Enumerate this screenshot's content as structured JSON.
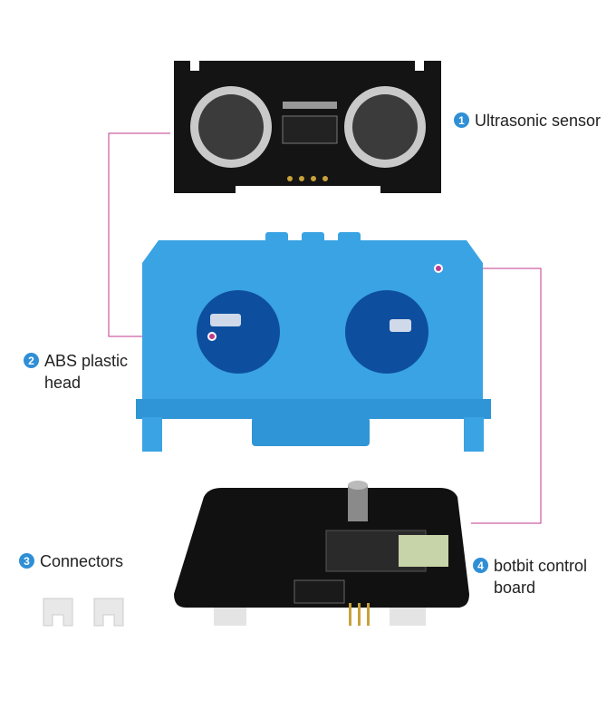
{
  "labels": [
    {
      "num": "1",
      "text": "Ultrasonic sensor"
    },
    {
      "num": "2",
      "text": "ABS plastic head"
    },
    {
      "num": "3",
      "text": "Connectors"
    },
    {
      "num": "4",
      "text": "botbit control board"
    }
  ],
  "colors": {
    "badge": "#2f8fd6",
    "leader": "#c0398d",
    "head": "#3aa3e3",
    "eye": "#0d4f9e",
    "board": "#111111"
  }
}
